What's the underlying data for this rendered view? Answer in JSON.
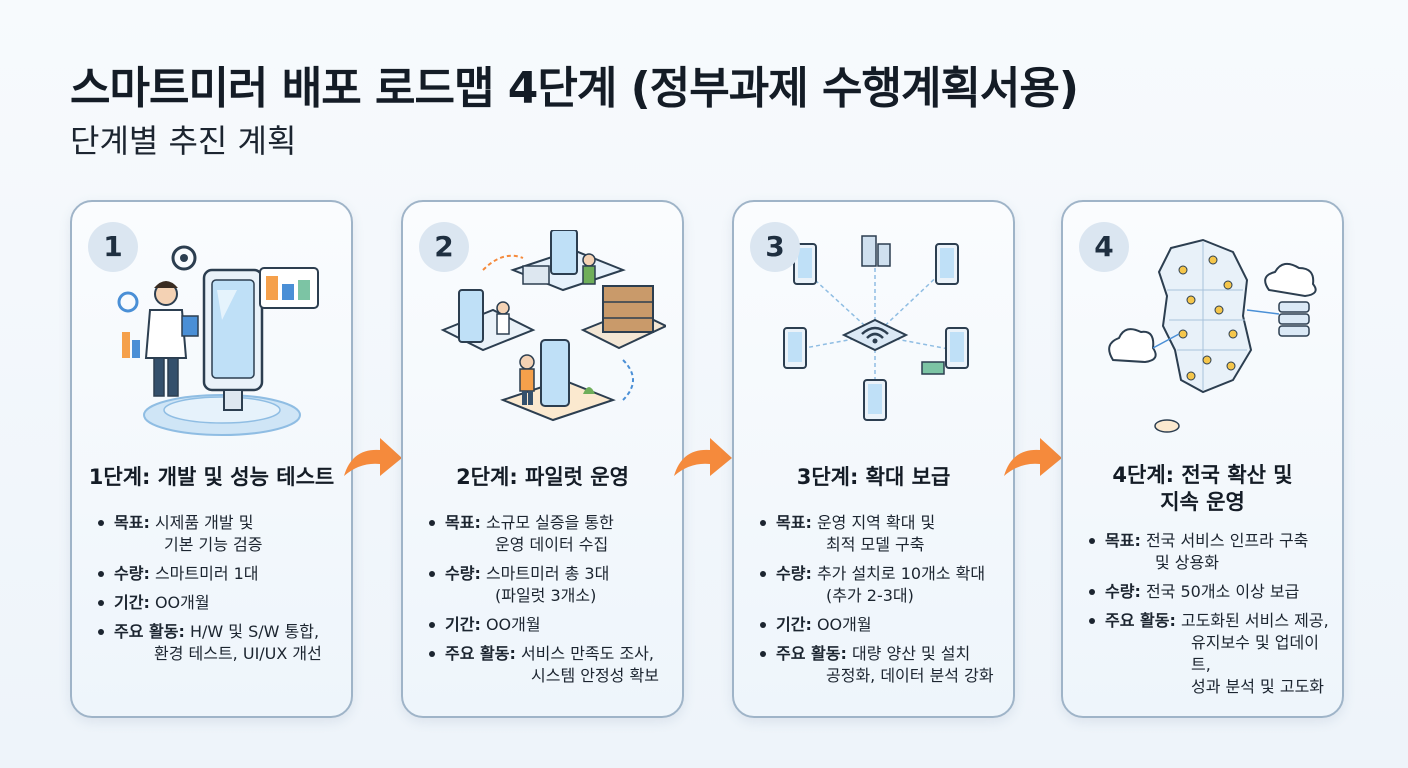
{
  "header": {
    "title": "스마트미러 배포 로드맵 4단계 (정부과제 수행계획서용)",
    "subtitle": "단계별 추진 계획"
  },
  "colors": {
    "card_border": "#9fb4c8",
    "badge_bg": "#dbe6f1",
    "arrow": "#f58a3c",
    "accent_blue": "#4a8fd6"
  },
  "stages": [
    {
      "number": "1",
      "title": "1단계: 개발 및 성능 테스트",
      "illustration": "developer-testing-mirror",
      "items": [
        {
          "label": "목표:",
          "lines": [
            "시제품 개발 및",
            "기본 기능 검증"
          ]
        },
        {
          "label": "수량:",
          "lines": [
            "스마트미러 1대"
          ]
        },
        {
          "label": "기간:",
          "lines": [
            "OO개월"
          ]
        },
        {
          "label": "주요 활동:",
          "lines": [
            "H/W 및 S/W 통합,",
            "환경 테스트, UI/UX 개선"
          ]
        }
      ]
    },
    {
      "number": "2",
      "title": "2단계: 파일럿 운영",
      "illustration": "pilot-sites",
      "items": [
        {
          "label": "목표:",
          "lines": [
            "소규모 실증을 통한",
            "운영 데이터 수집"
          ]
        },
        {
          "label": "수량:",
          "lines": [
            "스마트미러 총 3대",
            "(파일럿 3개소)"
          ]
        },
        {
          "label": "기간:",
          "lines": [
            "OO개월"
          ]
        },
        {
          "label": "주요 활동:",
          "lines": [
            "서비스 만족도 조사,",
            "시스템 안정성 확보"
          ]
        }
      ]
    },
    {
      "number": "3",
      "title": "3단계: 확대 보급",
      "illustration": "network-expansion",
      "items": [
        {
          "label": "목표:",
          "lines": [
            "운영 지역 확대 및",
            "최적 모델 구축"
          ]
        },
        {
          "label": "수량:",
          "lines": [
            "추가 설치로 10개소 확대",
            "(추가 2-3대)"
          ]
        },
        {
          "label": "기간:",
          "lines": [
            "OO개월"
          ]
        },
        {
          "label": "주요 활동:",
          "lines": [
            "대량 양산 및 설치",
            "공정화, 데이터 분석 강화"
          ]
        }
      ]
    },
    {
      "number": "4",
      "title": "4단계: 전국 확산 및\n지속 운영",
      "title_lines": [
        "4단계: 전국 확산 및",
        "지속 운영"
      ],
      "illustration": "nationwide-map-cloud",
      "items": [
        {
          "label": "목표:",
          "lines": [
            "전국 서비스 인프라 구축",
            "및 상용화"
          ]
        },
        {
          "label": "수량:",
          "lines": [
            "전국 50개소 이상 보급"
          ]
        },
        {
          "label": "주요 활동:",
          "lines": [
            "고도화된 서비스 제공,",
            "유지보수 및 업데이트,",
            "성과 분석 및 고도화"
          ]
        }
      ]
    }
  ]
}
